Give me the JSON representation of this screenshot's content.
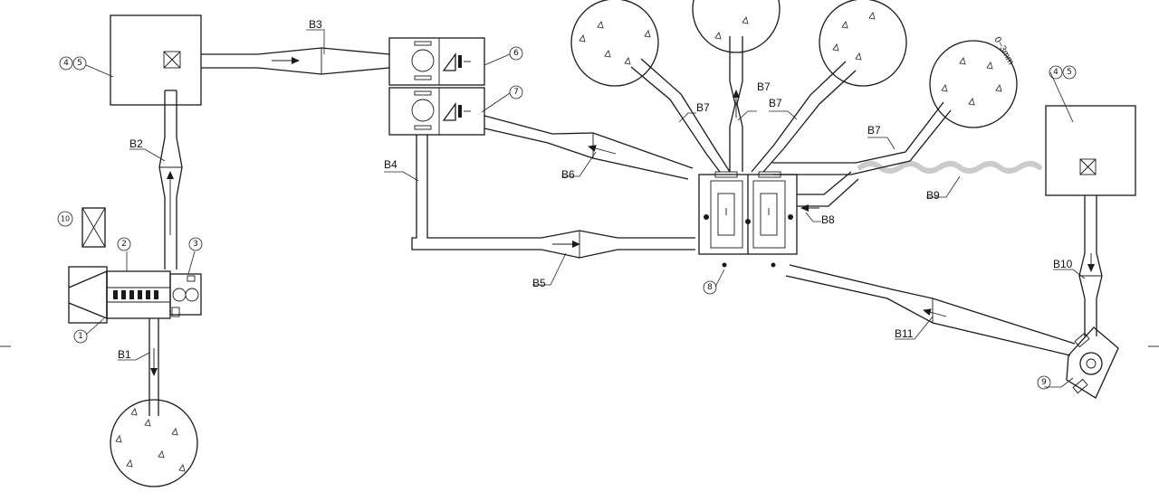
{
  "pipelines": {
    "b1": "B1",
    "b2": "B2",
    "b3": "B3",
    "b4": "B4",
    "b5": "B5",
    "b6": "B6",
    "b7": "B7",
    "b8": "B8",
    "b9": "B9",
    "b10": "B10",
    "b11": "B11"
  },
  "equipment": {
    "e1": "1",
    "e2": "2",
    "e3": "3",
    "e4": "4",
    "e5": "5",
    "e6": "6",
    "e7": "7",
    "e8": "8",
    "e9": "9",
    "e10": "10"
  },
  "annotations": {
    "size_range": "0~3mm"
  },
  "colors": {
    "line": "#1a1a1a",
    "background": "#ffffff"
  }
}
